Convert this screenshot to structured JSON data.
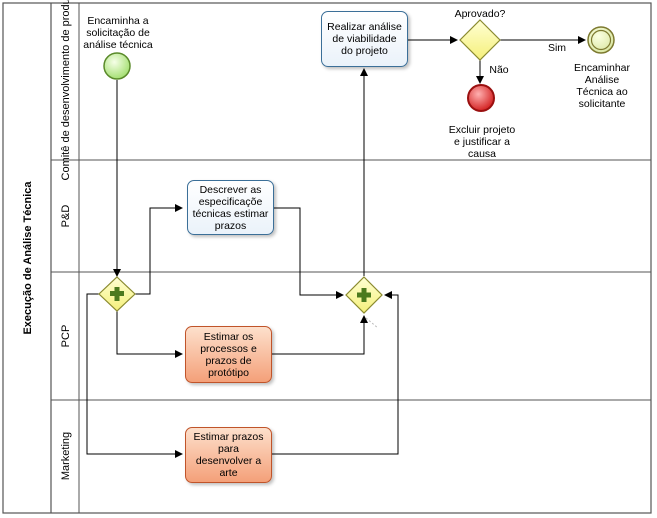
{
  "pool": {
    "label": "Execução de Análise  Técnica"
  },
  "lanes": [
    {
      "key": "comite",
      "label": "Comitê de desenvolvimento de produtos"
    },
    {
      "key": "pd",
      "label": "P&D"
    },
    {
      "key": "pcp",
      "label": "PCP"
    },
    {
      "key": "marketing",
      "label": "Marketing"
    }
  ],
  "events": {
    "start": {
      "label": "Encaminha a\nsolicitação de\nanálise técnica"
    },
    "end_sim": {
      "label": "Encaminhar\nAnálise\nTécnica ao\nsolicitante"
    },
    "end_nao": {
      "label": "Excluir projeto\ne justificar a\ncausa"
    }
  },
  "tasks": {
    "realizar": {
      "label": "Realizar análise de viabilidade do projeto"
    },
    "descrever": {
      "label": "Descrever as especificaçõe técnicas estimar prazos"
    },
    "estimar_processos": {
      "label": "Estimar os processos e prazos de protótipo"
    },
    "estimar_arte": {
      "label": "Estimar prazos para desenvolver a arte"
    }
  },
  "gateways": {
    "aprovado": {
      "label": "Aprovado?"
    },
    "yes": {
      "label": "Sim"
    },
    "no": {
      "label": "Não"
    }
  },
  "colors": {
    "lane_border": "#555555",
    "task_blue_border": "#3b6f98",
    "task_orange_fill": "#f4a079",
    "start_fill": "#c8f0a8",
    "end_fill": "#e03030",
    "gateway_fill": "#ffff99",
    "gateway_plus": "#4c7a1e"
  }
}
